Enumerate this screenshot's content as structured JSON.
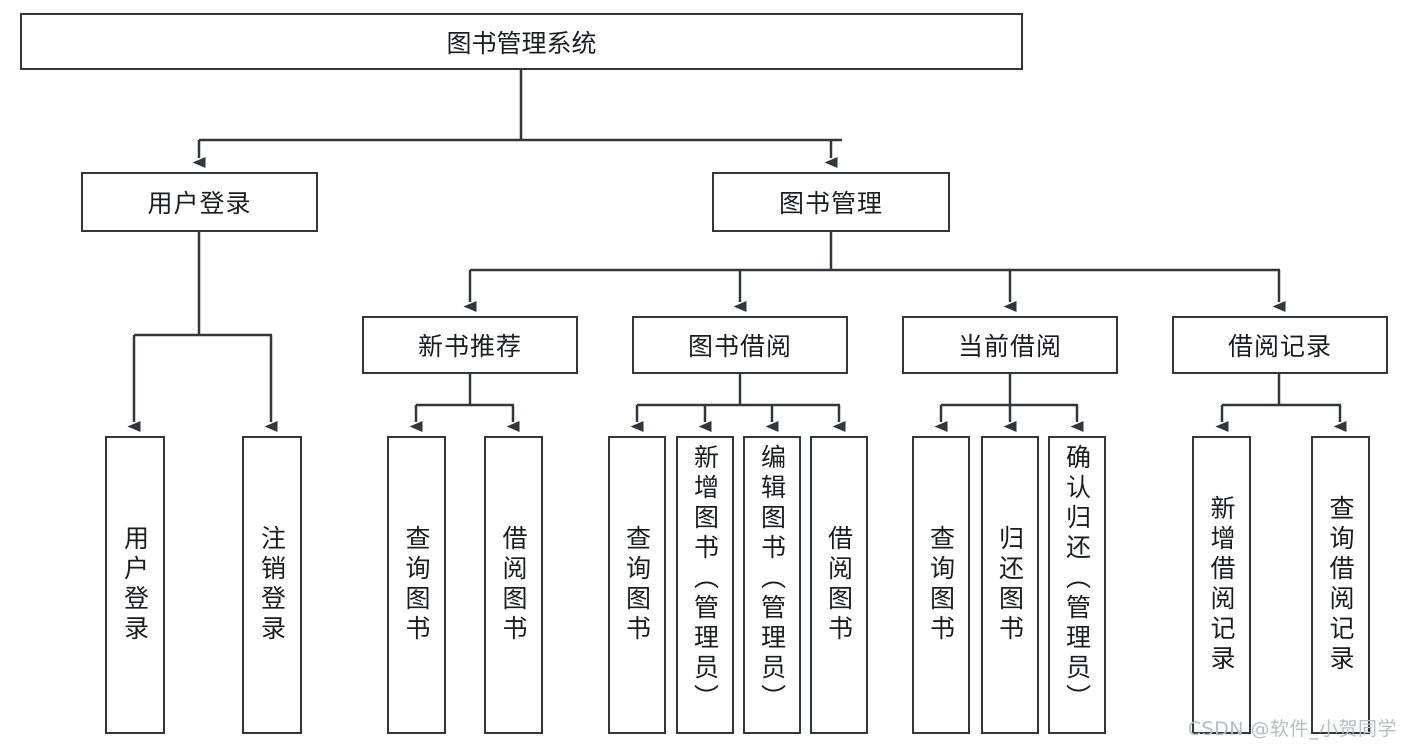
{
  "diagram": {
    "title": "图书管理系统",
    "type": "tree-hierarchy-diagram",
    "root": {
      "label": "图书管理系统"
    },
    "level2": [
      {
        "label": "用户登录"
      },
      {
        "label": "图书管理"
      }
    ],
    "level3": [
      {
        "label": "新书推荐"
      },
      {
        "label": "图书借阅"
      },
      {
        "label": "当前借阅"
      },
      {
        "label": "借阅记录"
      }
    ],
    "leaves": {
      "user_login": [
        {
          "label": "用户登录"
        },
        {
          "label": "注销登录"
        }
      ],
      "new_book_recommend": [
        {
          "label": "查询图书"
        },
        {
          "label": "借阅图书"
        }
      ],
      "book_borrow": [
        {
          "label": "查询图书"
        },
        {
          "label": "新增图书（管理员）"
        },
        {
          "label": "编辑图书（管理员）"
        },
        {
          "label": "借阅图书"
        }
      ],
      "current_borrow": [
        {
          "label": "查询图书"
        },
        {
          "label": "归还图书"
        },
        {
          "label": "确认归还（管理员）"
        }
      ],
      "borrow_record": [
        {
          "label": "新增借阅记录"
        },
        {
          "label": "查询借阅记录"
        }
      ]
    }
  },
  "watermark": {
    "text": "CSDN @软件_小贺同学"
  },
  "colors": {
    "stroke": "#33363a",
    "text": "#1b1d20",
    "background": "#ffffff",
    "watermark": "#b9bcc0"
  }
}
